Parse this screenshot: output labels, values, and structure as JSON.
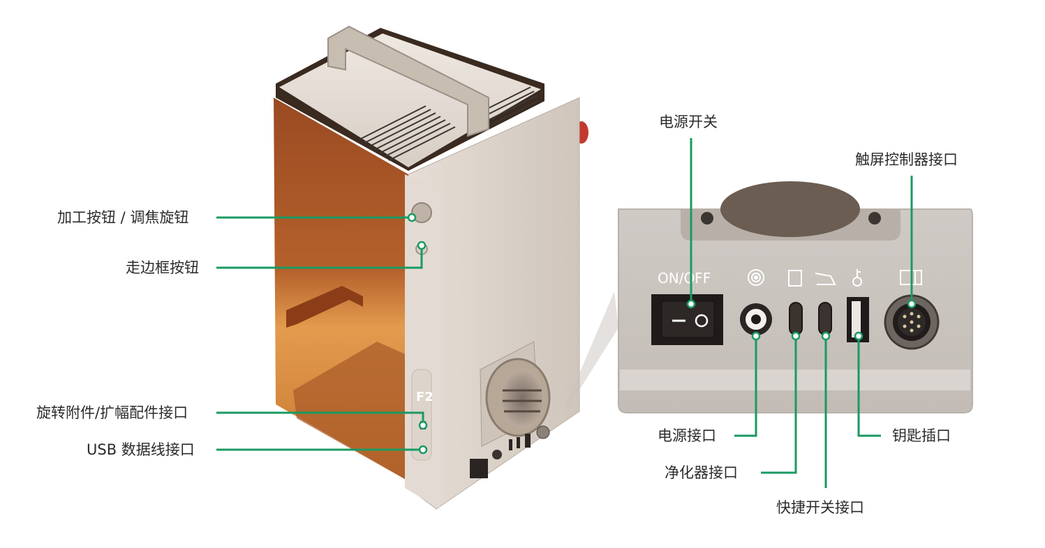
{
  "colors": {
    "leader_line": "#1a9a62",
    "body_metal": "#d8cfc6",
    "lid_orange": "#c46a2a",
    "panel_bg": "#c9c3bd"
  },
  "left_labels": {
    "process_button": "加工按钮 / 调焦旋钮",
    "frame_button": "走边框按钮",
    "rotary_port": "旋转附件/扩幅配件接口",
    "usb_port": "USB 数据线接口"
  },
  "right_labels": {
    "power_switch": "电源开关",
    "touch_controller_port": "触屏控制器接口",
    "power_port": "电源接口",
    "purifier_port": "净化器接口",
    "quick_switch_port": "快捷开关接口",
    "key_port": "钥匙插口"
  },
  "panel": {
    "on_off_text": "ON/OFF",
    "model_badge": "F2",
    "switch_icon": "power-switch-icon",
    "dc_icon": "dc-jack-icon",
    "purifier_icon": "purifier-icon",
    "quick_switch_icon": "quick-switch-icon",
    "key_icon": "key-icon",
    "controller_icon": "controller-icon"
  }
}
